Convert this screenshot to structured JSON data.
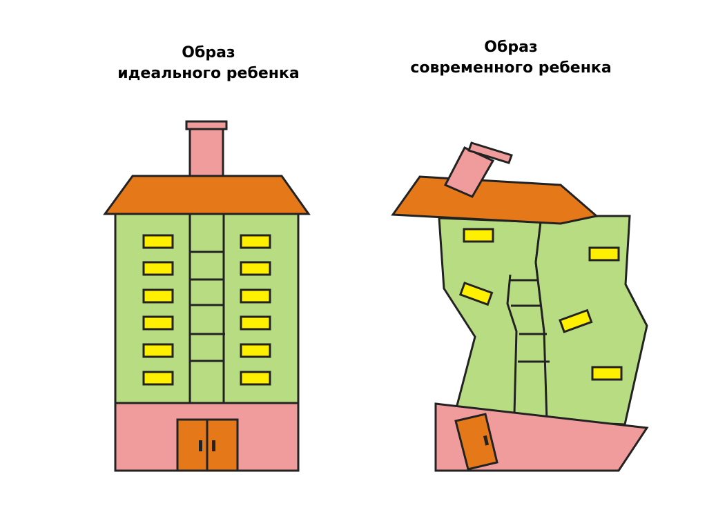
{
  "captions": {
    "ideal": {
      "line1": "Образ",
      "line2": "идеального ребенка"
    },
    "modern": {
      "line1": "Образ",
      "line2": "современного ребенка"
    }
  },
  "colors": {
    "roof": "#e57818",
    "wall": "#b8dc82",
    "base": "#f09c9c",
    "chimney": "#f09c9c",
    "window": "#ffef00",
    "door": "#e57818",
    "outline": "#222222",
    "background": "#ffffff"
  }
}
